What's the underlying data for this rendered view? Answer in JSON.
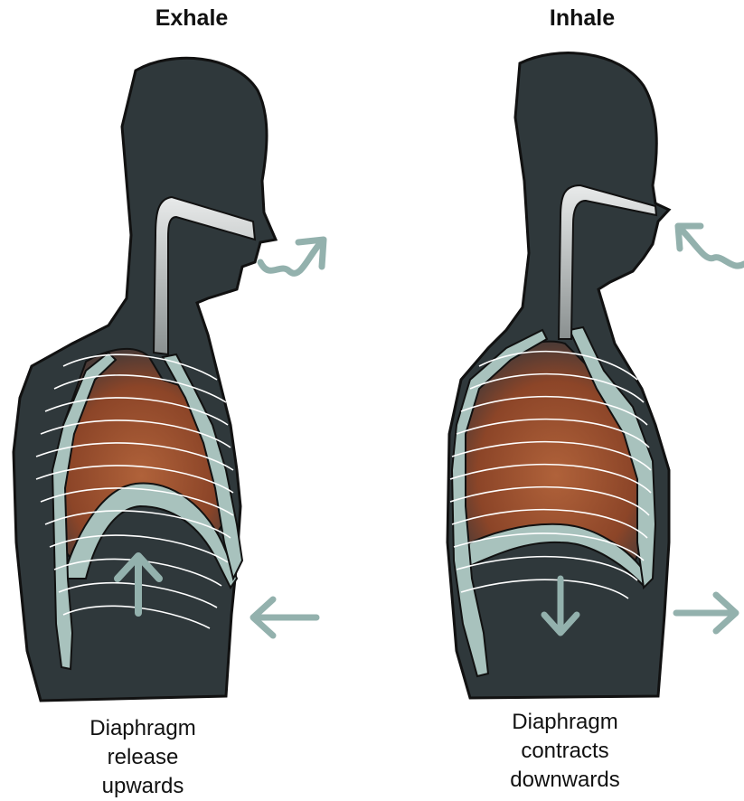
{
  "exhale": {
    "title": "Exhale",
    "caption": [
      "Diaphragm",
      "release",
      "upwards"
    ]
  },
  "inhale": {
    "title": "Inhale",
    "caption": [
      "Diaphragm",
      "contracts",
      "downwards"
    ]
  },
  "colors": {
    "body": "#2f383b",
    "outline": "#111111",
    "lung_tissue": "#a8c2bd",
    "lung_fill": "#9a4f2e",
    "airway": "#c9cccc",
    "arrow": "#93b1ad",
    "ribs": "#ffffff"
  }
}
